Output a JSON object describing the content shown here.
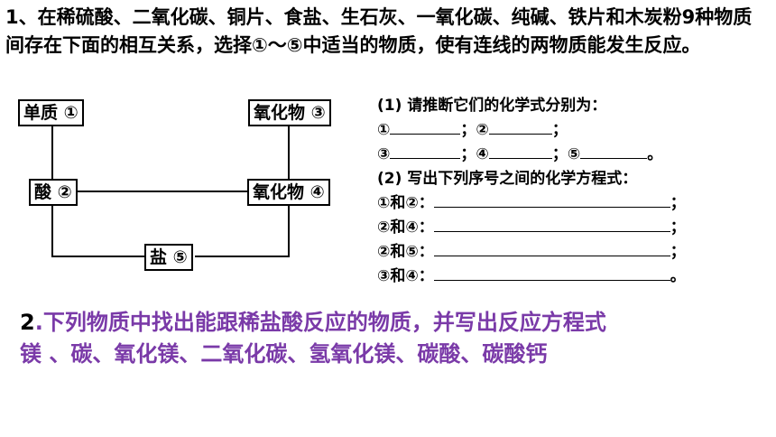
{
  "question1": {
    "number": "1",
    "text": "、在稀硫酸、二氧化碳、铜片、食盐、生石灰、一氧化碳、纯碱、铁片和木炭粉",
    "count": "9",
    "text_after": "种物质间存在下面的相互关系，选择①～⑤中适当的物质，使有连线的两物质能发生反应。"
  },
  "diagram": {
    "box1": "单质 ①",
    "box2": "酸 ②",
    "box3": "氧化物 ③",
    "box4": "氧化物 ④",
    "box5": "盐 ⑤"
  },
  "part1": {
    "heading": "(1) 请推断它们的化学式分别为：",
    "line1": {
      "a": "①",
      "sep": "；",
      "b": "②",
      "end": "；"
    },
    "line2": {
      "a": "③",
      "sep1": "；",
      "b": "④",
      "sep2": "；",
      "c": "⑤",
      "end": "。"
    }
  },
  "part2": {
    "heading": "(2) 写出下列序号之间的化学方程式：",
    "rows": [
      {
        "label": "①和②：",
        "end": "；"
      },
      {
        "label": "②和④：",
        "end": "；"
      },
      {
        "label": "②和⑤：",
        "end": "；"
      },
      {
        "label": "③和④：",
        "end": "。"
      }
    ]
  },
  "question2": {
    "number": "2",
    "line1": ".下列物质中找出能跟稀盐酸反应的物质，并写出反应方程式",
    "line2": "镁 、碳、氧化镁、二氧化碳、氢氧化镁、碳酸、碳酸钙"
  }
}
